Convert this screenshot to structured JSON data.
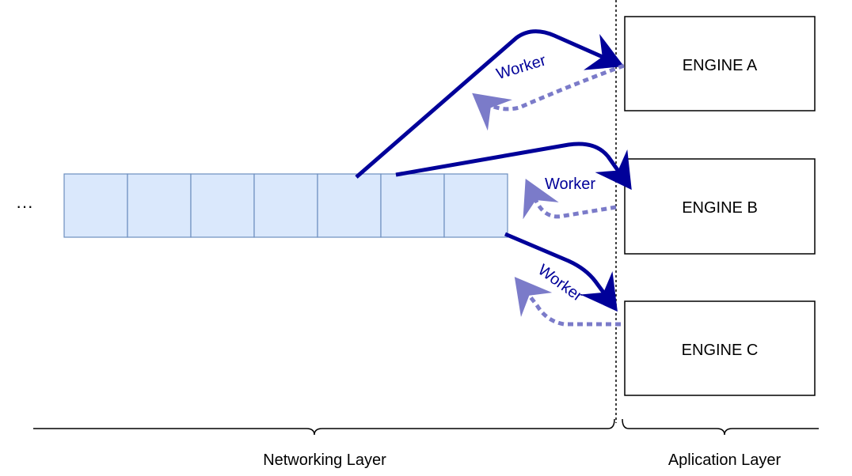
{
  "colors": {
    "queue_fill": "#dae8fc",
    "queue_stroke": "#6c8ebf",
    "arrow": "#000099",
    "return_arrow": "#7b7bc9",
    "box_stroke": "#000000"
  },
  "queue": {
    "leading_ellipsis": "···",
    "slot_count": 7
  },
  "engines": [
    {
      "label": "ENGINE A"
    },
    {
      "label": "ENGINE B"
    },
    {
      "label": "ENGINE C"
    }
  ],
  "workers": [
    {
      "label": "Worker"
    },
    {
      "label": "Worker"
    },
    {
      "label": "Worker"
    }
  ],
  "layers": {
    "networking": "Networking Layer",
    "application": "Aplication Layer"
  }
}
